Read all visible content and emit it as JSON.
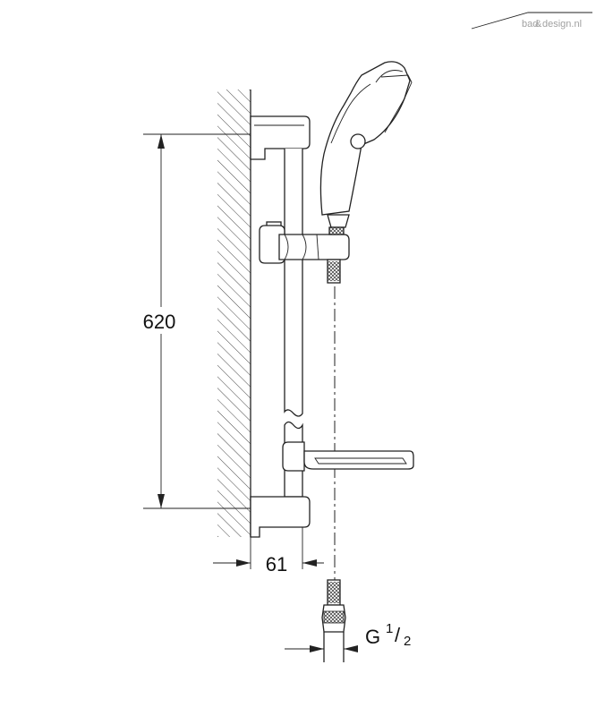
{
  "watermark": {
    "brand": "bad&design.nl",
    "part1": "bad",
    "part2": "design.nl"
  },
  "dimensions": {
    "height": "620",
    "wall_offset": "61",
    "connection_prefix": "G",
    "connection_num": "1",
    "connection_den": "2"
  }
}
